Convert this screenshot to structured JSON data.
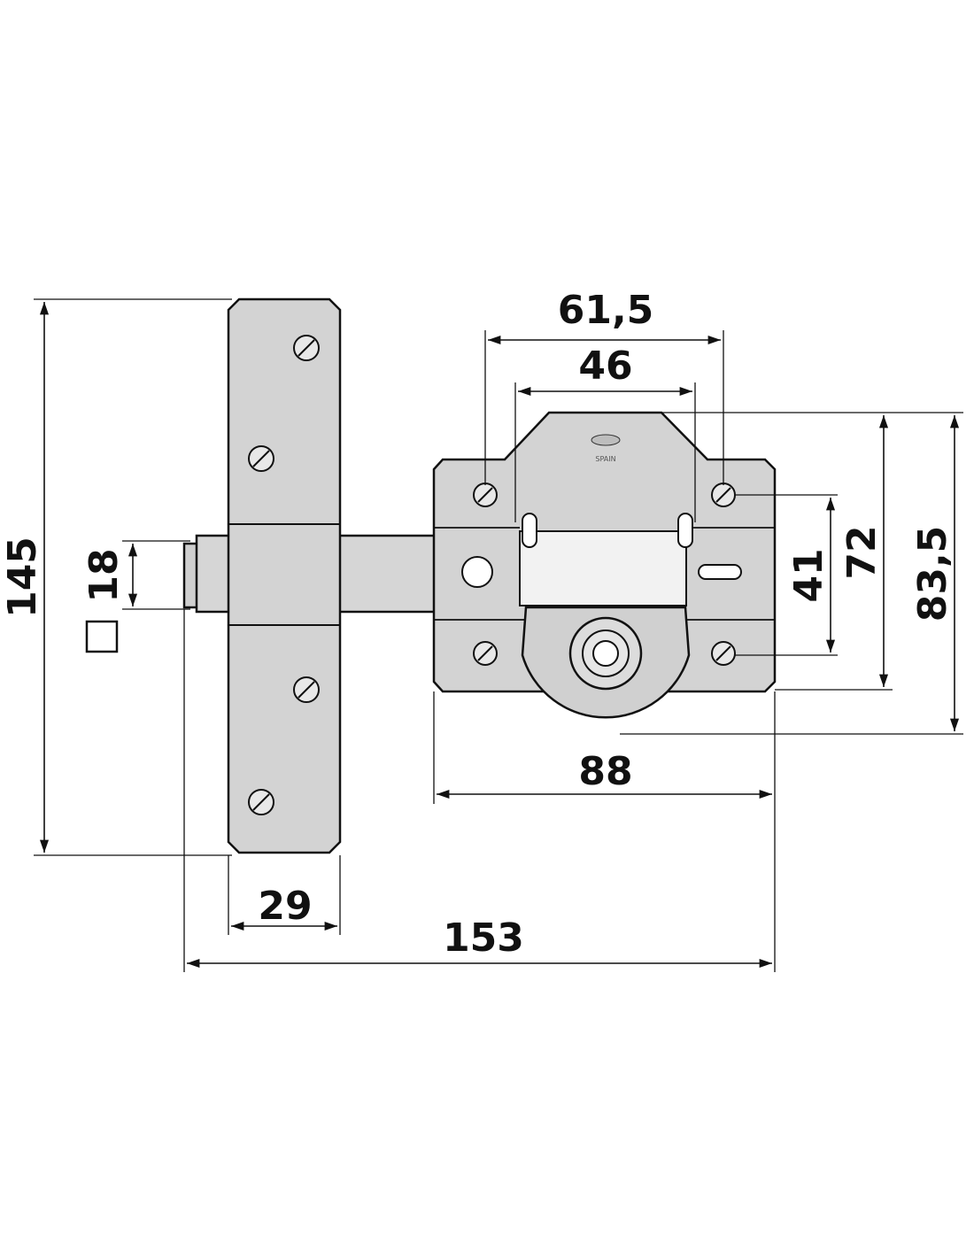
{
  "dimensions": {
    "total_height": "145",
    "square_size": "18",
    "plate_width": "29",
    "total_length": "153",
    "body_width": "88",
    "outer_hole_spacing": "61,5",
    "inner_slot_spacing": "46",
    "hole_vertical_spacing": "41",
    "body_height": "72",
    "overall_body_height": "83,5"
  },
  "marks": {
    "maker_mark": "SPAIN"
  },
  "colors": {
    "metal": "#d3d3d3",
    "outline": "#111111",
    "background": "#ffffff"
  },
  "icons": {
    "square_symbol": "square-icon"
  }
}
